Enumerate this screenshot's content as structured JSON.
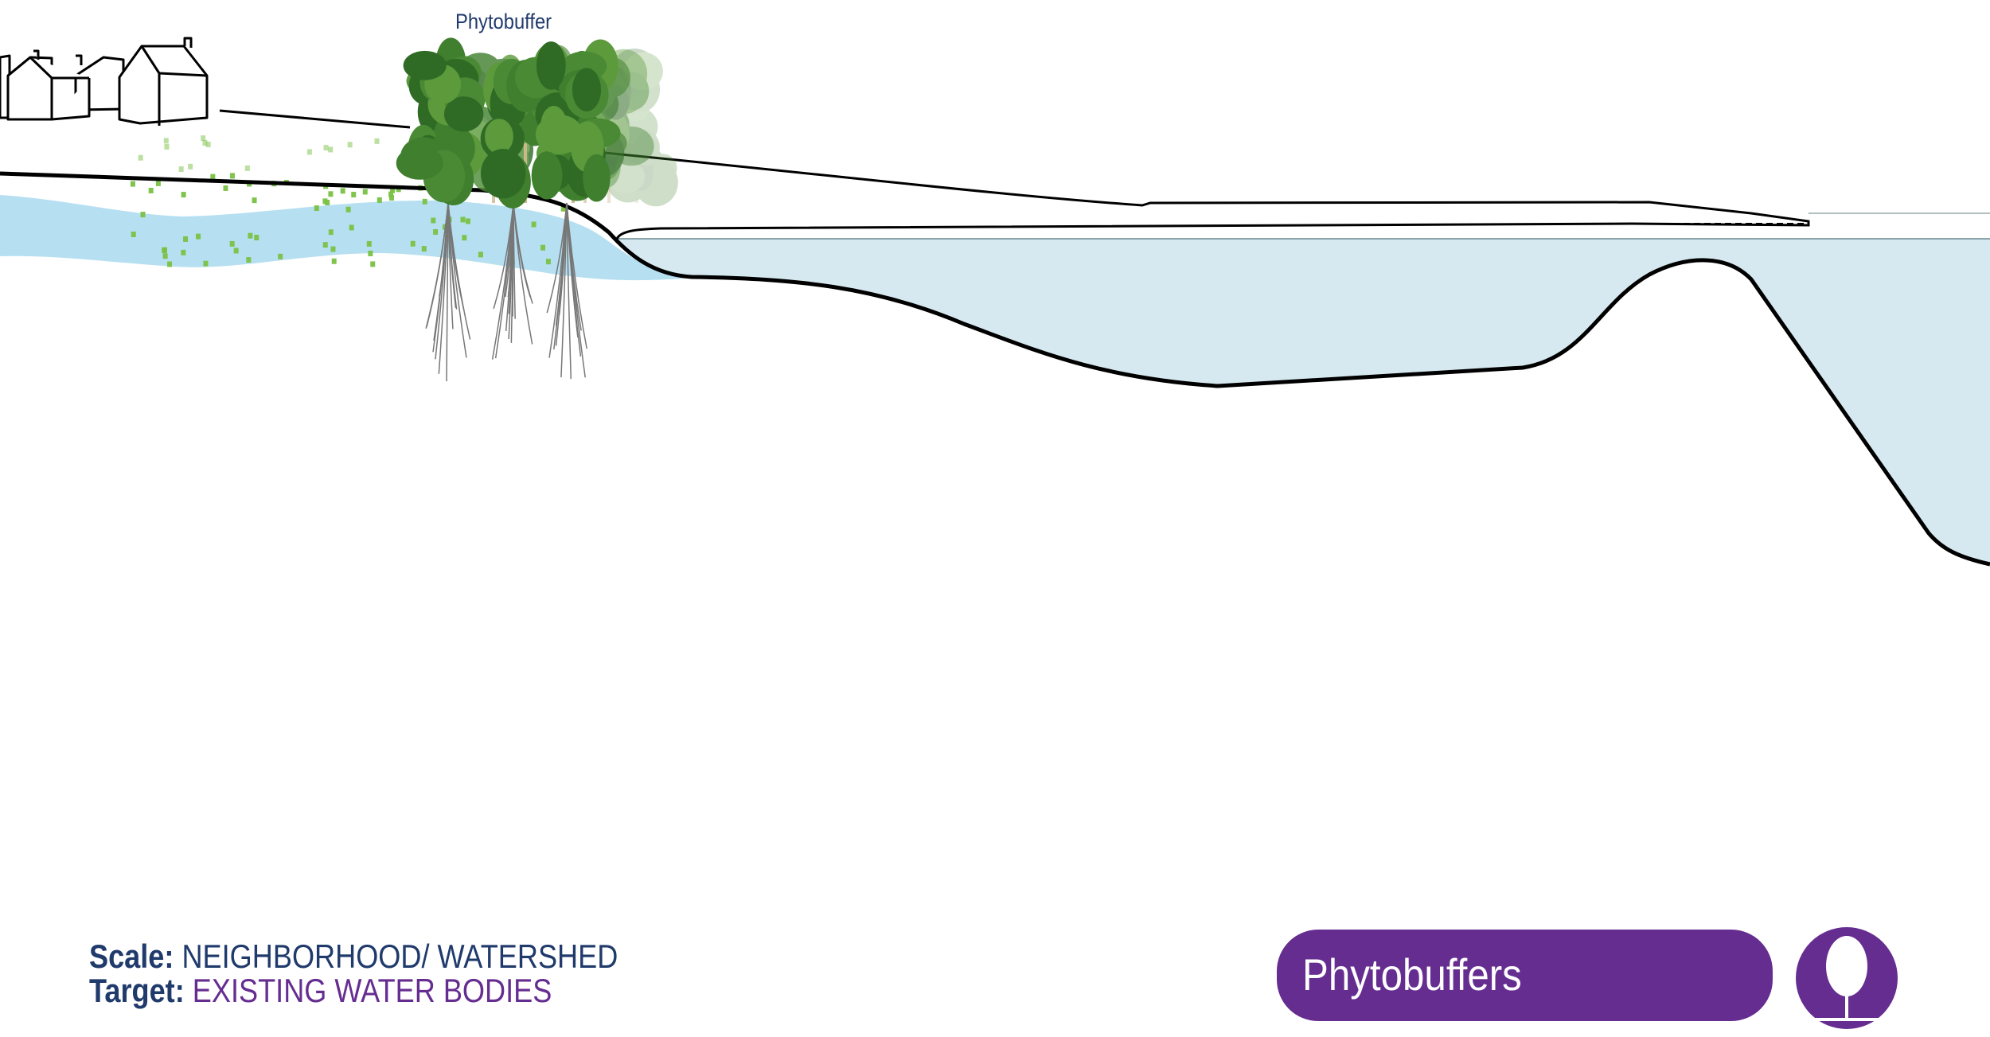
{
  "diagram": {
    "tree_label": "Phytobuffer",
    "colors": {
      "water_body": "#d6e9f0",
      "groundwater": "#a9dbef",
      "nutrient_particles": "#7ac143",
      "tree_foliage": "#3f7f2e",
      "navy_text": "#1f3a6b",
      "accent_purple": "#662d91"
    }
  },
  "legend": {
    "scale_label": "Scale:",
    "scale_value": "NEIGHBORHOOD/ WATERSHED",
    "target_label": "Target:",
    "target_value": "EXISTING WATER BODIES"
  },
  "badge": {
    "title": "Phytobuffers",
    "icon": "tree-icon"
  }
}
